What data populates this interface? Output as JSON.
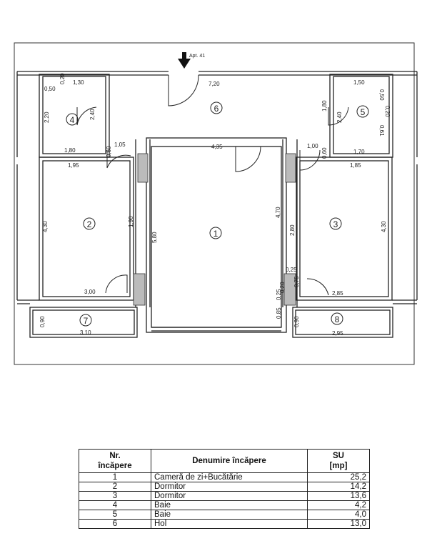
{
  "plan": {
    "entrance_label": "Apt. 41",
    "rooms": [
      {
        "id": "1",
        "label": "1"
      },
      {
        "id": "2",
        "label": "2"
      },
      {
        "id": "3",
        "label": "3"
      },
      {
        "id": "4",
        "label": "4"
      },
      {
        "id": "5",
        "label": "5"
      },
      {
        "id": "6",
        "label": "6"
      },
      {
        "id": "7",
        "label": "7"
      },
      {
        "id": "8",
        "label": "8"
      }
    ],
    "dimensions": [
      "1,30",
      "0,50",
      "0,20",
      "2,20",
      "2,40",
      "1,80",
      "7,20",
      "1,50",
      "0,50",
      "0,20",
      "1,80",
      "2,40",
      "0,61",
      "1,70",
      "1,05",
      "0,60",
      "4,35",
      "1,00",
      "0,60",
      "1,95",
      "1,85",
      "4,30",
      "1,90",
      "5,80",
      "4,70",
      "2,80",
      "4,30",
      "0,25",
      "0,25",
      "0,20",
      "0,75",
      "3,00",
      "2,85",
      "0,85",
      "0,90",
      "0,90",
      "3,10",
      "2,95"
    ]
  },
  "table": {
    "headers": [
      "Nr.\nîncăpere",
      "Denumire încăpere",
      "SU\n[mp]"
    ],
    "rows": [
      {
        "nr": "1",
        "name": "Cameră de zi+Bucătărie",
        "su": "25,2"
      },
      {
        "nr": "2",
        "name": "Dormitor",
        "su": "14,2"
      },
      {
        "nr": "3",
        "name": "Dormitor",
        "su": "13,6"
      },
      {
        "nr": "4",
        "name": "Baie",
        "su": "4,2"
      },
      {
        "nr": "5",
        "name": "Baie",
        "su": "4,0"
      },
      {
        "nr": "6",
        "name": "Hol",
        "su": "13,0"
      }
    ]
  }
}
